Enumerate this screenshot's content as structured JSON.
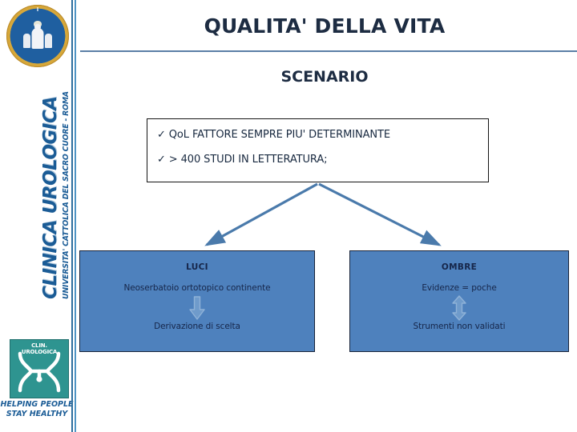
{
  "slide": {
    "title": "QUALITA' DELLA VITA",
    "subtitle": "SCENARIO"
  },
  "scenario_box": {
    "bullets": [
      {
        "marker": "✓",
        "text": "QoL FATTORE SEMPRE PIU' DETERMINANTE"
      },
      {
        "marker": "✓",
        "text": "> 400 STUDI IN LETTERATURA;"
      }
    ]
  },
  "comparison": {
    "left": {
      "header": "LUCI",
      "top_text": "Neoserbatoio ortotopico continente",
      "arrow": "down-arrow-icon",
      "bottom_text": "Derivazione di scelta"
    },
    "right": {
      "header": "OMBRE",
      "top_text": "Evidenze = poche",
      "arrow": "up-down-arrow-icon",
      "bottom_text": "Strumenti non validati"
    }
  },
  "branding": {
    "seal_name": "universita-cattolica-seal",
    "wordmark_primary": "CLINICA UROLOGICA",
    "wordmark_secondary": "UNIVERSITA' CATTOLICA DEL SACRO CUORE - ROMA",
    "logo_caption": "CLIN. UROLOGICA",
    "tagline_line1": "HELPING PEOPLE",
    "tagline_line2": "STAY HEALTHY"
  },
  "colors": {
    "box_fill": "#4e81bd",
    "box_border": "#17233a",
    "title_text": "#1d2c42",
    "rule": "#5b7fa6",
    "brand_blue": "#1b5c96",
    "logo_teal": "#2e9490",
    "seal_gold": "#c9952c"
  }
}
